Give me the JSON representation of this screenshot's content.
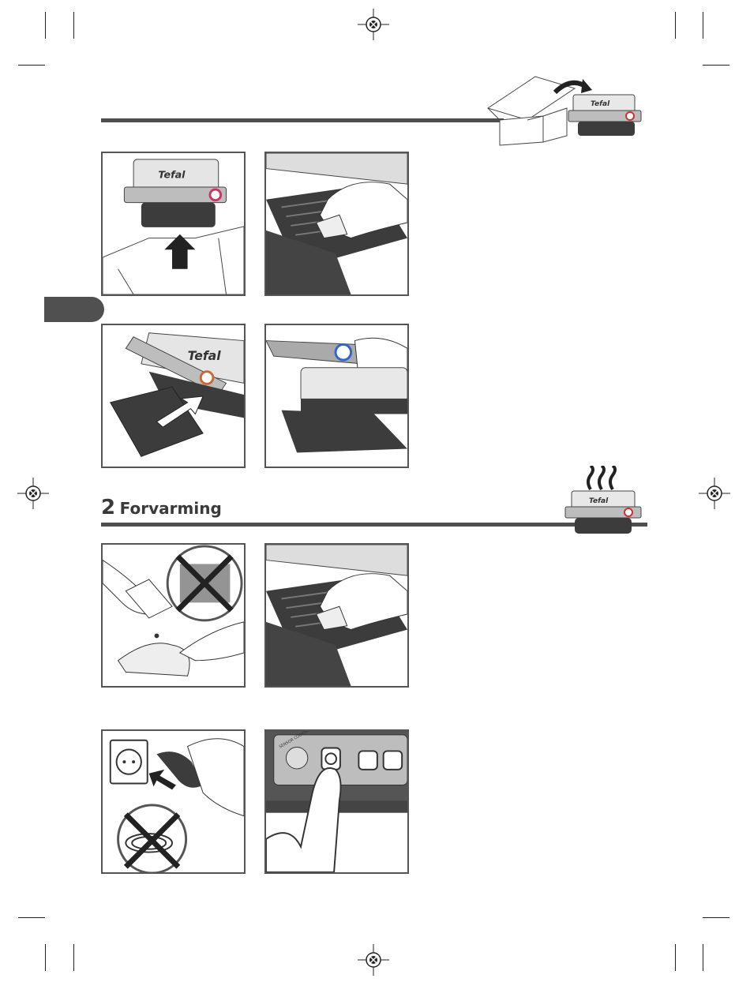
{
  "section": {
    "number": "2",
    "title": "Forvarming"
  },
  "brand": {
    "logo_text": "Tefal"
  },
  "panel_text": {
    "sensor_cooking": "SENSOR COOKING"
  },
  "colors": {
    "rule": "#4d4d4d",
    "tab": "#505050",
    "panel_border": "#555555",
    "grill_dark": "#3c3c3c"
  }
}
